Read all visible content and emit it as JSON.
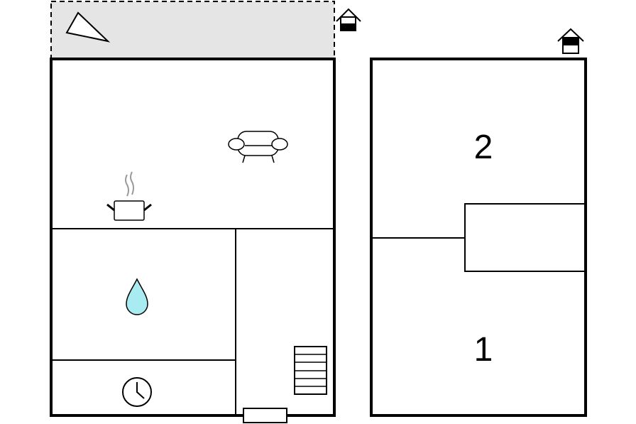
{
  "floors": [
    {
      "name": "ground-floor",
      "rooms": [
        {
          "id": "living-kitchen",
          "icons": [
            "sofa-icon",
            "cooking-pot-icon"
          ]
        },
        {
          "id": "bathroom",
          "icons": [
            "water-drop-icon"
          ]
        },
        {
          "id": "utility",
          "icons": [
            "clock-icon"
          ]
        },
        {
          "id": "hallway",
          "icons": [
            "stairs-icon",
            "entrance-door-icon"
          ]
        }
      ],
      "terrace": {
        "icons": [
          "sun-lounger-icon",
          "house-entry-icon"
        ]
      }
    },
    {
      "name": "upper-floor",
      "rooms": [
        {
          "id": "bedroom-2",
          "label": "2"
        },
        {
          "id": "bedroom-1",
          "label": "1"
        }
      ],
      "icons": [
        "house-entry-icon"
      ]
    }
  ],
  "colors": {
    "wall": "#000000",
    "terrace_fill": "#e5e5e5",
    "water_drop": "#a8ecf2",
    "steam": "#9a9a9a"
  }
}
